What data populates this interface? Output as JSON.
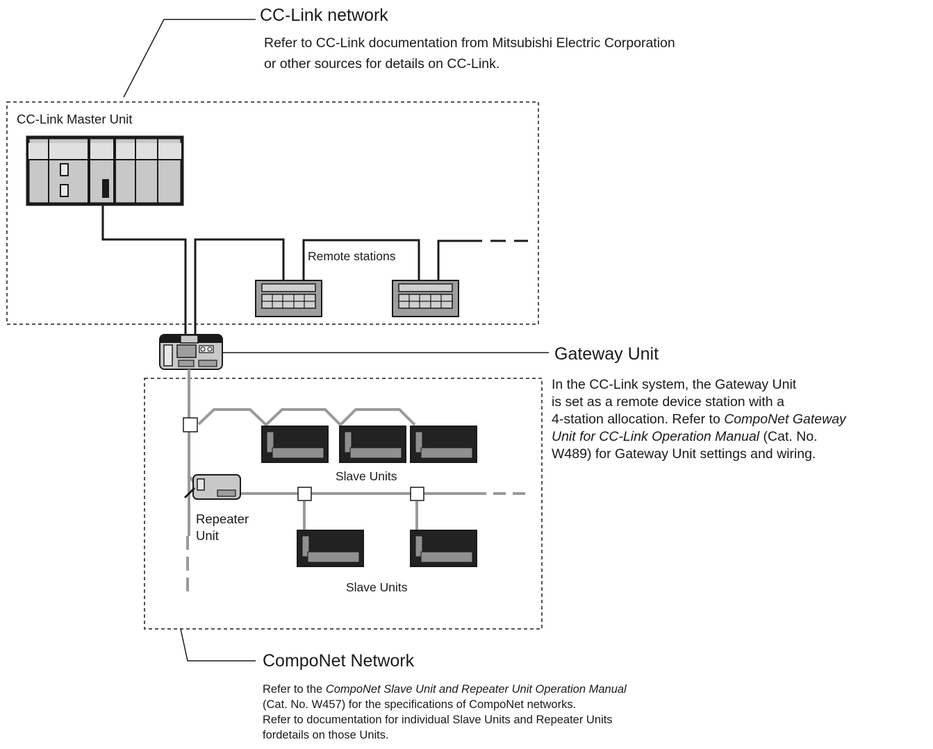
{
  "cc_link": {
    "title": "CC-Link network",
    "note_line1": "Refer to CC-Link documentation from Mitsubishi Electric Corporation",
    "note_line2": "or other sources for details on CC-Link.",
    "master_label": "CC-Link Master Unit",
    "remote_label": "Remote stations"
  },
  "gateway": {
    "title": "Gateway Unit",
    "desc_line1": "In the CC-Link system, the Gateway Unit",
    "desc_line2": "is set as a remote device station with a",
    "desc_line3_a": "4-station allocation. Refer to ",
    "desc_line3_i": "CompoNet Gateway",
    "desc_line4_i": "Unit for CC-Link Operation Manual",
    "desc_line4_b": " (Cat. No.",
    "desc_line5": "W489) for Gateway Unit settings and wiring."
  },
  "componet": {
    "slave_label_1": "Slave Units",
    "slave_label_2": "Slave Units",
    "repeater_line1": "Repeater",
    "repeater_line2": "Unit",
    "title": "CompoNet Network",
    "note1_a": "Refer to the ",
    "note1_i": "CompoNet Slave Unit and Repeater Unit Operation Manual",
    "note2": "(Cat. No. W457) for the specifications of CompoNet networks.",
    "note3": "Refer to documentation for individual Slave Units and Repeater Units",
    "note4": "fordetails on those Units."
  },
  "colors": {
    "cc_line": "#1a1a1a",
    "componet_line": "#9a9a9a",
    "unit_body": "#c8c8c8",
    "slave_dark": "#222222",
    "slave_light": "#8f8f8f"
  }
}
